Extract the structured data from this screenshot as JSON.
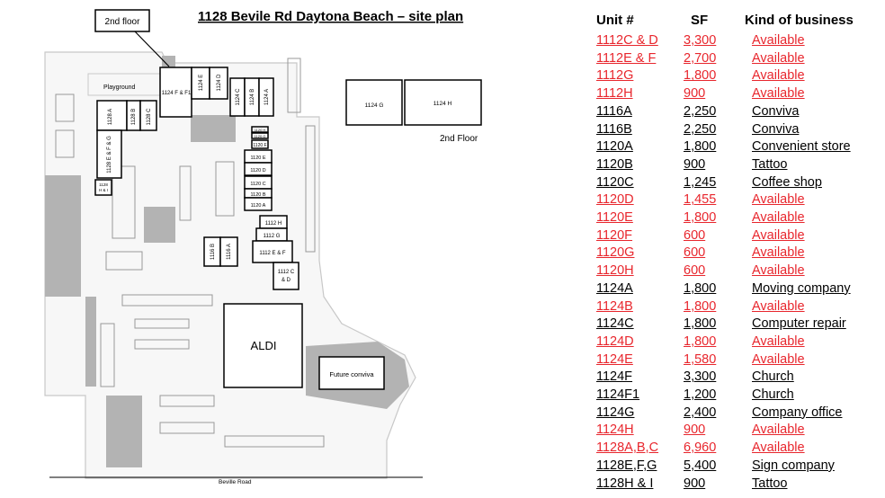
{
  "title": "1128 Bevile Rd Daytona Beach – site plan",
  "plan_labels": {
    "second_floor_callout": "2nd floor",
    "second_floor_right": "2nd Floor",
    "playground": "Playground",
    "aldi": "ALDI",
    "future": "Future conviva",
    "road": "Beville Road",
    "u1128a": "1128 A",
    "u1128b": "1128 B",
    "u1128c": "1128 C",
    "u1128efg": "1128 E & F & G",
    "u1128hi_1": "1128",
    "u1128hi_2": "H & I",
    "u1124ff1": "1124 F & F1",
    "u1124e": "1124 E",
    "u1124d": "1124 D",
    "u1124c": "1124 C",
    "u1124b": "1124 B",
    "u1124a": "1124 A",
    "u1124g": "1124 G",
    "u1124h": "1124 H",
    "u1120h": "1120 H",
    "u1120g": "1120 G",
    "u1120f": "1120 F",
    "u1120e": "1120 E",
    "u1120d": "1120 D",
    "u1120c": "1120 C",
    "u1120b": "1120 B",
    "u1120a": "1120 A",
    "u1112h": "1112 H",
    "u1112g": "1112 G",
    "u1112ef": "1112 E & F",
    "u1112cd_1": "1112 C",
    "u1112cd_2": "& D",
    "u1116b": "1116 B",
    "u1116a": "1116 A"
  },
  "table": {
    "headers": {
      "unit": "Unit #",
      "sf": "SF",
      "kind": "Kind of business"
    },
    "colors": {
      "available": "#e8262d",
      "occupied": "#000000"
    },
    "rows": [
      {
        "unit": "1112C & D",
        "sf": "3,300",
        "kind": "Available",
        "available": true
      },
      {
        "unit": "1112E & F",
        "sf": "2,700",
        "kind": "Available",
        "available": true
      },
      {
        "unit": "1112G",
        "sf": "1,800",
        "kind": "Available",
        "available": true
      },
      {
        "unit": "1112H",
        "sf": "900",
        "kind": "Available",
        "available": true
      },
      {
        "unit": "1116A",
        "sf": "2,250",
        "kind": "Conviva",
        "available": false
      },
      {
        "unit": "1116B",
        "sf": "2,250",
        "kind": "Conviva",
        "available": false
      },
      {
        "unit": "1120A",
        "sf": "1,800",
        "kind": "Convenient store",
        "available": false
      },
      {
        "unit": "1120B",
        "sf": "900",
        "kind": "Tattoo",
        "available": false
      },
      {
        "unit": "1120C",
        "sf": "1,245",
        "kind": "Coffee shop",
        "available": false
      },
      {
        "unit": "1120D",
        "sf": "1,455",
        "kind": "Available",
        "available": true
      },
      {
        "unit": "1120E",
        "sf": "1,800",
        "kind": "Available",
        "available": true
      },
      {
        "unit": "1120F",
        "sf": "600",
        "kind": "Available",
        "available": true
      },
      {
        "unit": "1120G",
        "sf": "600",
        "kind": "Available",
        "available": true
      },
      {
        "unit": "1120H",
        "sf": "600",
        "kind": "Available",
        "available": true
      },
      {
        "unit": "1124A",
        "sf": "1,800",
        "kind": "Moving company",
        "available": false
      },
      {
        "unit": "1124B",
        "sf": "1,800",
        "kind": "Available",
        "available": true
      },
      {
        "unit": "1124C",
        "sf": "1,800",
        "kind": "Computer repair",
        "available": false
      },
      {
        "unit": "1124D",
        "sf": "1,800",
        "kind": "Available",
        "available": true
      },
      {
        "unit": "1124E",
        "sf": "1,580",
        "kind": "Available",
        "available": true
      },
      {
        "unit": "1124F",
        "sf": "3,300",
        "kind": "Church",
        "available": false
      },
      {
        "unit": "1124F1",
        "sf": "1,200",
        "kind": "Church",
        "available": false
      },
      {
        "unit": "1124G",
        "sf": "2,400",
        "kind": "Company office",
        "available": false
      },
      {
        "unit": "1124H",
        "sf": "900",
        "kind": "Available",
        "available": true
      },
      {
        "unit": "1128A,B,C",
        "sf": "6,960",
        "kind": "Available",
        "available": true
      },
      {
        "unit": "1128E,F,G",
        "sf": "5,400",
        "kind": "Sign company",
        "available": false
      },
      {
        "unit": "1128H & I",
        "sf": "900",
        "kind": "Tattoo",
        "available": false
      }
    ]
  }
}
